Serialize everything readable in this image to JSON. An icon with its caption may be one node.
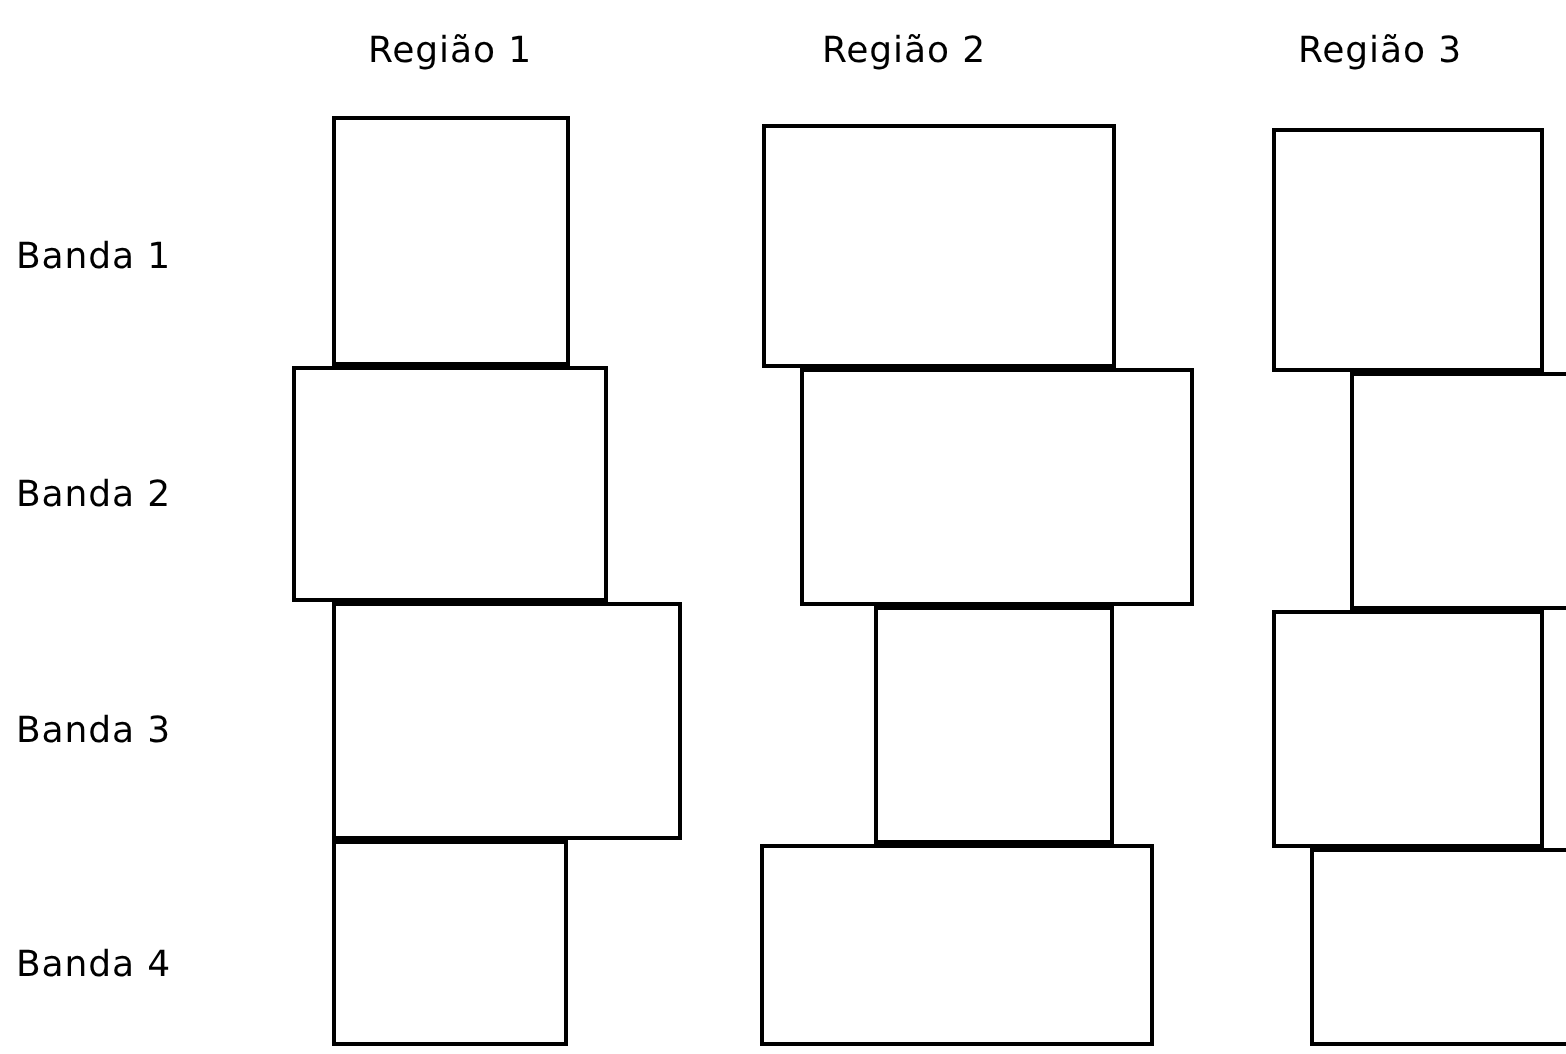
{
  "diagram": {
    "nodes": [
      {
        "text": [],
        "shape": "box"
      },
      {
        "text": [],
        "shape": "box"
      },
      {
        "text": [],
        "shape": "box"
      },
      {
        "text": [],
        "shape": "box"
      },
      {
        "text": [],
        "shape": "box"
      },
      {
        "text": [],
        "shape": "box"
      },
      {
        "text": [],
        "shape": "box"
      },
      {
        "text": [],
        "shape": "box"
      },
      {
        "text": [],
        "shape": "box"
      },
      {
        "text": [],
        "shape": "box"
      },
      {
        "text": [],
        "shape": "box"
      },
      {
        "text": [],
        "shape": "box"
      }
    ],
    "labels": [
      "Região 1",
      "Região 2",
      "Região 3",
      "Banda 1",
      "Banda 2",
      "Banda 3",
      "Banda 4"
    ]
  }
}
